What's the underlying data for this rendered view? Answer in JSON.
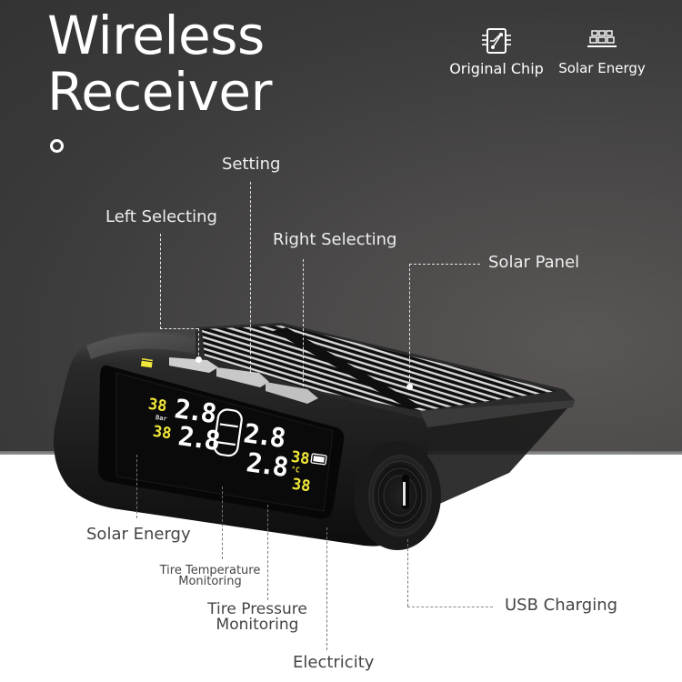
{
  "title": {
    "line1": "Wireless",
    "line2": "Receiver"
  },
  "features": [
    {
      "label": "Original Chip",
      "icon": "chip-icon"
    },
    {
      "label": "Solar Energy",
      "icon": "solar-panel-icon"
    }
  ],
  "callouts": {
    "setting": "Setting",
    "left_selecting": "Left Selecting",
    "right_selecting": "Right Selecting",
    "solar_panel": "Solar Panel",
    "solar_energy": "Solar Energy",
    "tire_temperature_line1": "Tire Temperature",
    "tire_temperature_line2": "Monitoring",
    "tire_pressure_line1": "Tire Pressure",
    "tire_pressure_line2": "Monitoring",
    "electricity": "Electricity",
    "usb_charging": "USB Charging"
  },
  "display": {
    "temp_left_top": "38",
    "temp_left_bottom": "38",
    "pressure_unit": "Bar",
    "pressure_front_left": "2.8",
    "pressure_rear_left": "2.8",
    "pressure_front_right": "2.8",
    "pressure_rear_right": "2.8",
    "temp_right_top": "38",
    "temp_right_bottom": "38",
    "temp_unit": "°C"
  },
  "colors": {
    "background_dark": "#3a3a3a",
    "lcd_yellow": "#f2e83a",
    "lcd_white": "#ffffff",
    "device_body": "#1a1a1a"
  }
}
